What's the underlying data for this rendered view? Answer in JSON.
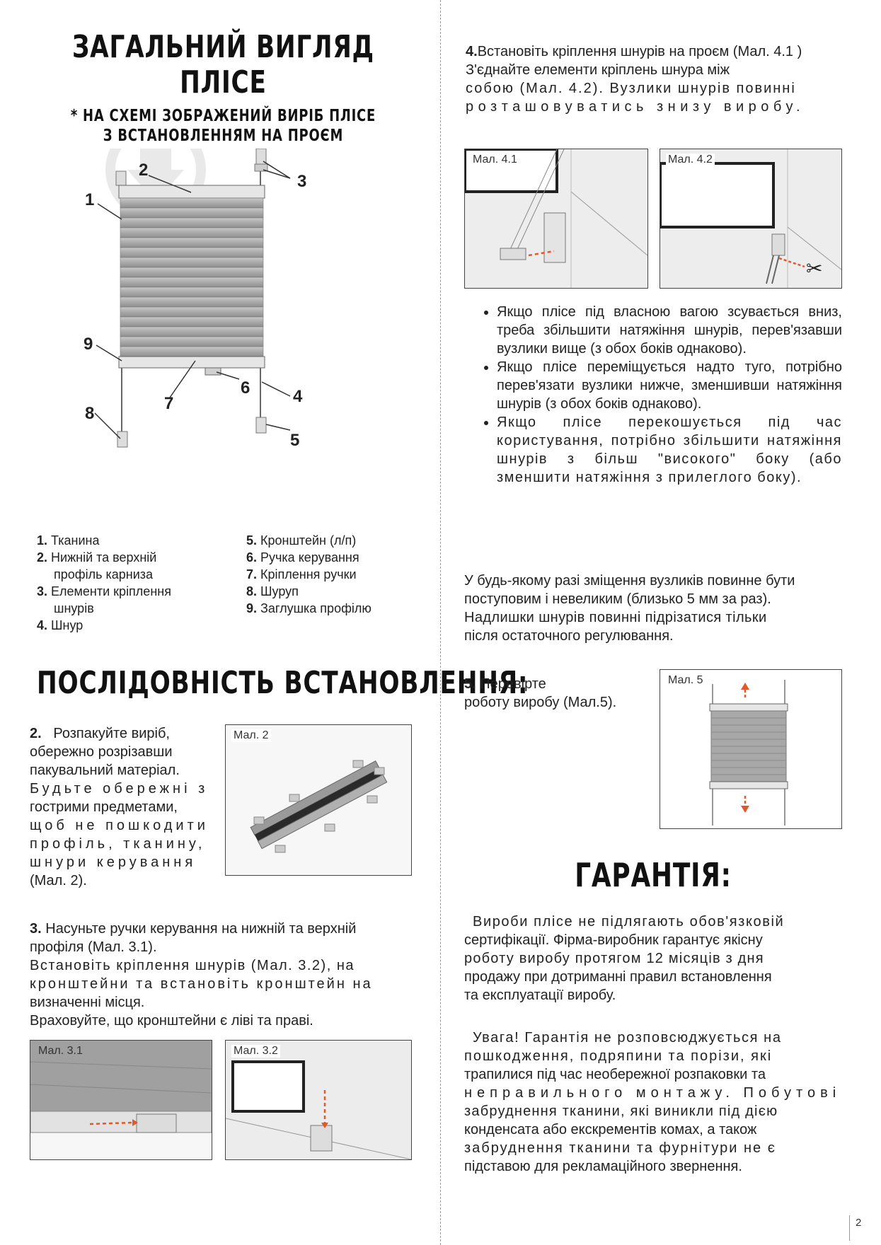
{
  "left": {
    "title_line1": "ЗАГАЛЬНИЙ ВИГЛЯД",
    "title_line2": "ПЛІСЕ",
    "subtitle_line1": "* НА СХЕМІ ЗОБРАЖЕНИЙ ВИРІБ ПЛІСЕ",
    "subtitle_line2": "З ВСТАНОВЛЕННЯМ НА ПРОЄМ",
    "callouts": [
      "1",
      "2",
      "3",
      "4",
      "5",
      "6",
      "7",
      "8",
      "9"
    ],
    "legend_col1": [
      {
        "num": "1.",
        "text": "Тканина"
      },
      {
        "num": "2.",
        "text": "Нижній та верхній",
        "cont": "профіль карниза"
      },
      {
        "num": "3.",
        "text": "Елементи кріплення",
        "cont": "шнурів"
      },
      {
        "num": "4.",
        "text": "Шнур"
      }
    ],
    "legend_col2": [
      {
        "num": "5.",
        "text": "Кронштейн (л/п)"
      },
      {
        "num": "6.",
        "text": "Ручка керування"
      },
      {
        "num": "7.",
        "text": "Кріплення ручки"
      },
      {
        "num": "8.",
        "text": "Шуруп"
      },
      {
        "num": "9.",
        "text": "Заглушка профілю"
      }
    ],
    "section_title": "ПОСЛІДОВНІСТЬ ВСТАНОВЛЕННЯ:",
    "step2_num": "2.",
    "step2_lines": [
      "Розпакуйте виріб,",
      "обережно розрізавши",
      "пакувальний матеріал.",
      "Будьте обережні з",
      "гострими предметами,",
      "щоб не пошкодити",
      "профіль, тканину,",
      "шнури керування",
      "(Мал. 2)."
    ],
    "fig2_label": "Мал. 2",
    "step3_num": "3.",
    "step3_lines": [
      "Насуньте ручки керування на нижній та верхній",
      "профіля (Мал. 3.1).",
      "Встановіть кріплення шнурів (Мал. 3.2), на",
      "кронштейни та встановіть кронштейн на",
      "визначенні місця.",
      "Враховуйте, що кронштейни є ліві та праві."
    ],
    "fig31_label": "Мал. 3.1",
    "fig32_label": "Мал. 3.2"
  },
  "right": {
    "step4_num": "4.",
    "step4_lines": [
      "Встановіть кріплення шнурів на проєм (Мал. 4.1 )",
      "З'єднайте елементи кріплень шнура між",
      "собою (Мал. 4.2). Вузлики шнурів повинні",
      "розташовуватись знизу виробу."
    ],
    "fig41_label": "Мал. 4.1",
    "fig42_label": "Мал. 4.2",
    "bullets": [
      "Якщо плісе під власною вагою зсувається вниз, треба збільшити натяжіння шнурів, перев'язавши вузлики вище (з обох боків однаково).",
      "Якщо плісе переміщується надто туго, потрібно перев'язати вузлики нижче, зменшивши натяжіння шнурів (з обох боків однаково).",
      "Якщо плісе перекошується під час користування, потрібно збільшити натяжіння шнурів з більш \"високого\" боку (або зменшити натяжіння з прилеглого боку)."
    ],
    "para_lines": [
      "У будь-якому разі зміщення вузликів повинне бути",
      "поступовим і невеликим (близько 5 мм за раз).",
      "Надлишки шнурів повинні підрізатися тільки",
      "після остаточного регулювання."
    ],
    "step5_num": "5.",
    "step5_lines": [
      "Перевірте",
      "роботу виробу (Мал.5)."
    ],
    "fig5_label": "Мал. 5",
    "warranty_title": "ГАРАНТІЯ:",
    "warranty_p1": [
      "Вироби плісе не підлягають обов'язковій",
      "сертифікації. Фірма-виробник гарантує якісну",
      "роботу виробу протягом 12 місяців з дня",
      "продажу при дотриманні правил встановлення",
      "та експлуатації виробу."
    ],
    "warranty_p2": [
      "Увага! Гарантія не розповсюджується на",
      "пошкодження, подряпини та порізи, які",
      "трапилися під час необережної розпаковки та",
      "неправильного монтажу. Побутові",
      "забруднення тканини, які виникли під дією",
      "конденсата або екскрементів комах, а також",
      "забруднення тканини та фурнітури не є",
      "підставою для рекламаційного звернення."
    ]
  },
  "page_number": "2"
}
